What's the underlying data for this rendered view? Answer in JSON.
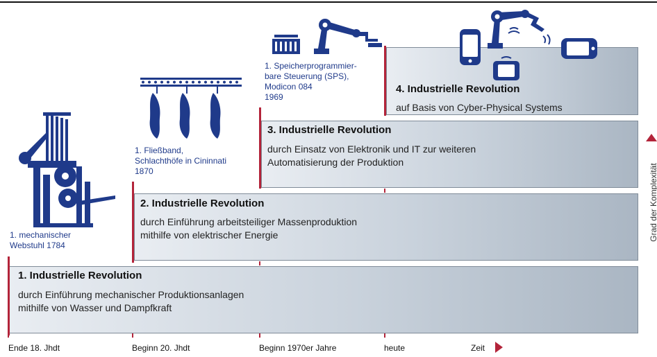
{
  "stages": [
    {
      "title": "1. Industrielle Revolution",
      "desc_line1": "durch Einführung mechanischer Produktionsanlagen",
      "desc_line2": "mithilfe von Wasser und Dampfkraft"
    },
    {
      "title": "2. Industrielle Revolution",
      "desc_line1": "durch Einführung arbeitsteiliger Massenproduktion",
      "desc_line2": "mithilfe von elektrischer Energie"
    },
    {
      "title": "3. Industrielle Revolution",
      "desc_line1": "durch Einsatz von Elektronik und IT zur weiteren",
      "desc_line2": "Automatisierung der Produktion"
    },
    {
      "title": "4. Industrielle Revolution",
      "desc_line1": "auf Basis von Cyber-Physical Systems"
    }
  ],
  "captions": {
    "webstuhl": {
      "line1": "1. mechanischer",
      "line2": "Webstuhl 1784"
    },
    "fliessband": {
      "line1": "1. Fließband,",
      "line2": "Schlachthöfe in Cininnati",
      "line3": "1870"
    },
    "sps": {
      "line1": "1. Speicherprogrammier-",
      "line2": "bare Steuerung (SPS),",
      "line3": "Modicon 084",
      "line4": "1969"
    }
  },
  "timeline": {
    "labels": [
      "Ende 18. Jhdt",
      "Beginn 20. Jhdt",
      "Beginn 1970er Jahre",
      "heute"
    ],
    "zeit": "Zeit"
  },
  "y_axis_label": "Grad der Komplexität",
  "icons": [
    "loom-icon",
    "conveyor-carcass-icon",
    "plc-icon",
    "robot-arm-icon",
    "smartphone-icon",
    "tablet-icon",
    "display-icon"
  ],
  "colors": {
    "accent": "#b3243a",
    "icon_blue": "#1f3a8a",
    "caption_blue": "#1f3a8a"
  }
}
